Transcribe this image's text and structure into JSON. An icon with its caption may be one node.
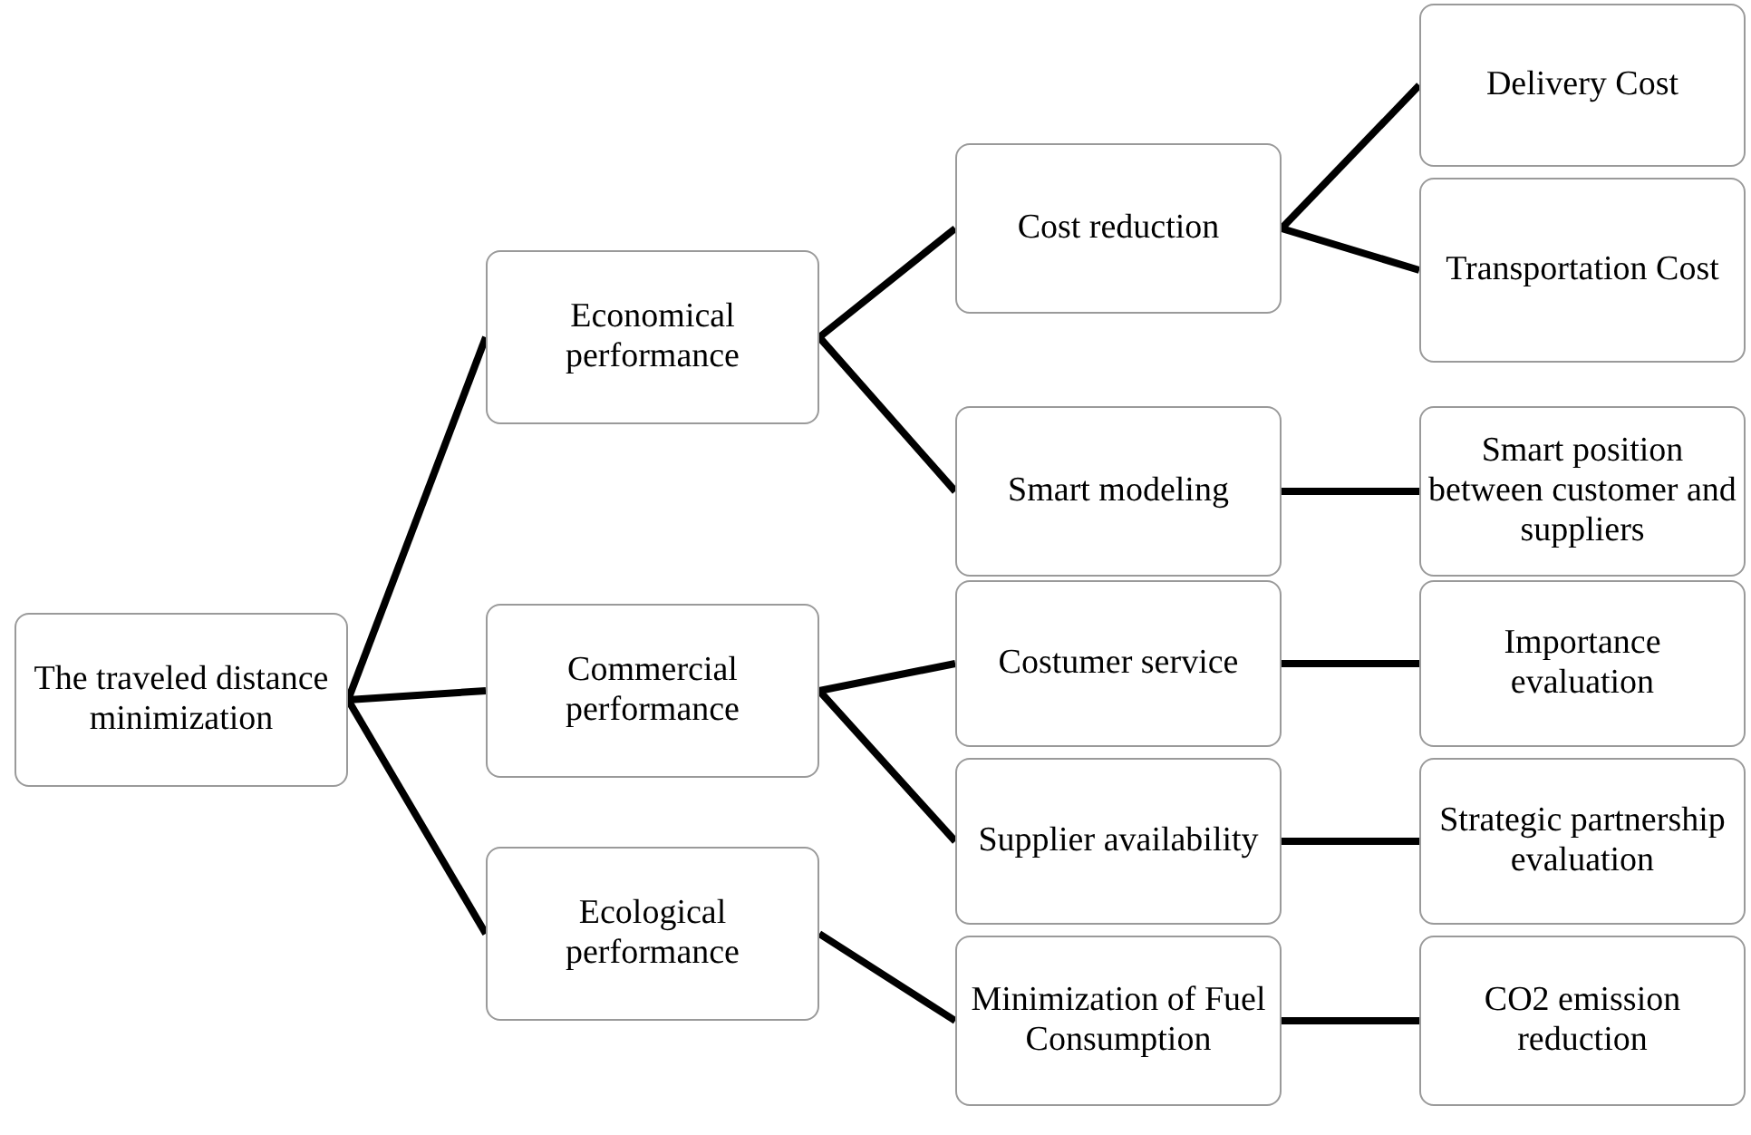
{
  "diagram": {
    "nodes": [
      {
        "text": [
          "The traveled distance minimization"
        ]
      },
      {
        "text": [
          "Economical performance"
        ]
      },
      {
        "text": [
          "Commercial performance"
        ]
      },
      {
        "text": [
          "Ecological performance"
        ]
      },
      {
        "text": [
          "Cost reduction"
        ]
      },
      {
        "text": [
          "Smart modeling"
        ]
      },
      {
        "text": [
          "Costumer service"
        ]
      },
      {
        "text": [
          "Supplier availability"
        ]
      },
      {
        "text": [
          "Minimization of Fuel Consumption"
        ]
      },
      {
        "text": [
          "Delivery Cost"
        ]
      },
      {
        "text": [
          "Transportation Cost"
        ]
      },
      {
        "text": [
          "Smart position between customer and suppliers"
        ]
      },
      {
        "text": [
          "Importance evaluation"
        ]
      },
      {
        "text": [
          "Strategic partnership evaluation"
        ]
      },
      {
        "text": [
          "CO2 emission reduction"
        ]
      }
    ],
    "edges": [
      {
        "from": 0,
        "to": 1,
        "arrow": "none"
      },
      {
        "from": 0,
        "to": 2,
        "arrow": "none"
      },
      {
        "from": 0,
        "to": 3,
        "arrow": "none"
      },
      {
        "from": 1,
        "to": 4,
        "arrow": "none"
      },
      {
        "from": 1,
        "to": 5,
        "arrow": "none"
      },
      {
        "from": 2,
        "to": 6,
        "arrow": "none"
      },
      {
        "from": 2,
        "to": 7,
        "arrow": "none"
      },
      {
        "from": 3,
        "to": 8,
        "arrow": "none"
      },
      {
        "from": 4,
        "to": 9,
        "arrow": "none"
      },
      {
        "from": 4,
        "to": 10,
        "arrow": "none"
      },
      {
        "from": 5,
        "to": 11,
        "arrow": "none"
      },
      {
        "from": 6,
        "to": 12,
        "arrow": "none"
      },
      {
        "from": 7,
        "to": 13,
        "arrow": "none"
      },
      {
        "from": 8,
        "to": 14,
        "arrow": "none"
      }
    ]
  }
}
